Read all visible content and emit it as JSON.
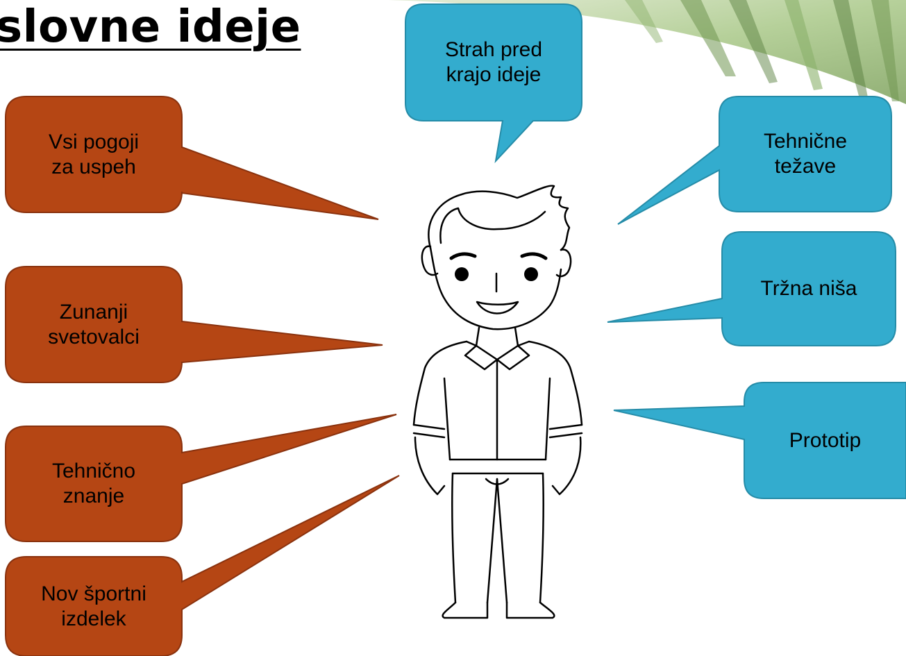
{
  "title": "slovne ideje",
  "colors": {
    "orange_fill": "#B54614",
    "orange_stroke": "#8A320E",
    "blue_fill": "#33ACCE",
    "blue_stroke": "#258CA8",
    "background_foliage": "#9BBF7A"
  },
  "callouts": {
    "left": [
      "Vsi pogoji\nza uspeh",
      "Zunanji\nsvetovalci",
      "Tehnično\nznanje",
      "Nov športni\nizdelek"
    ],
    "top": "Strah pred\nkrajo ideje",
    "right": [
      "Tehnične\ntežave",
      "Tržna niša",
      "Prototip"
    ]
  },
  "illustration": {
    "figure": "man-figure-illustration"
  }
}
